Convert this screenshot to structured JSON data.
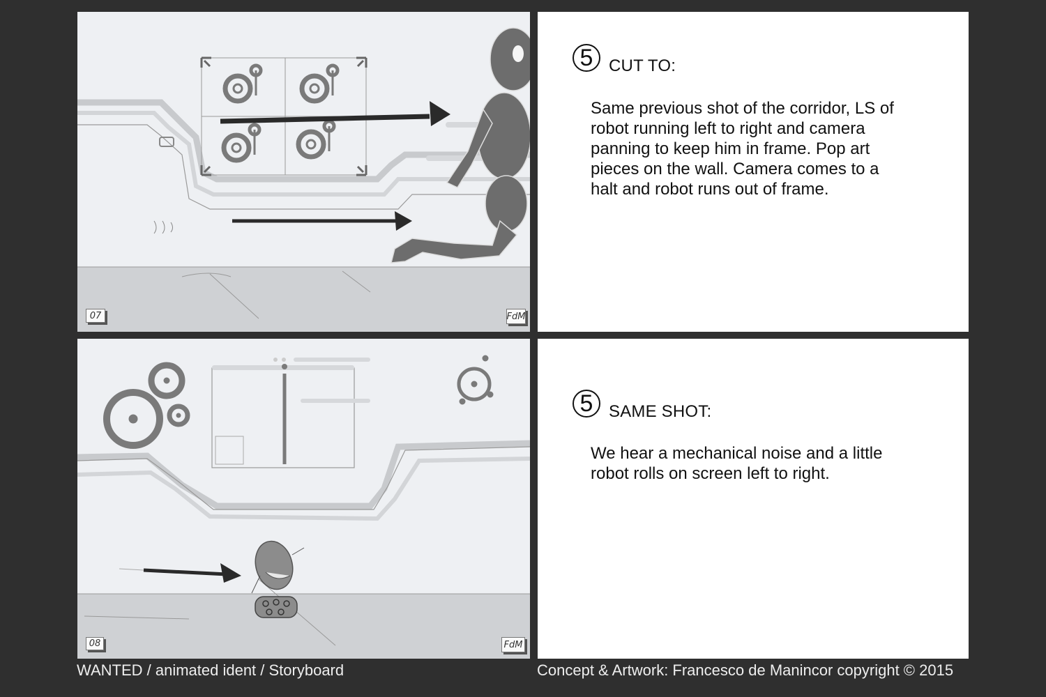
{
  "storyboard": {
    "panels": [
      {
        "frame_number": "07",
        "signature": "FdM",
        "shot_number": "5",
        "shot_title": "CUT TO:",
        "description": "Same previous shot of the corridor, LS of robot running left to right and camera panning to keep him in frame. Pop art pieces on the wall. Camera comes to a halt and robot runs out of frame.",
        "description_lines": [
          "Same previous shot of the corridor, LS of",
          "robot running left to right and camera",
          "panning to keep him in frame. Pop art",
          "pieces on the wall. Camera comes to a",
          "halt and robot runs out of frame."
        ],
        "illustration": "robot-running-corridor-sketch"
      },
      {
        "frame_number": "08",
        "signature": "FdM",
        "shot_number": "5",
        "shot_title": "SAME SHOT:",
        "description": "We hear a mechanical noise and a little robot rolls on screen left to right.",
        "description_lines": [
          "We hear a mechanical noise and a little",
          "robot rolls on screen left to right."
        ],
        "illustration": "little-robot-rolling-sketch"
      }
    ]
  },
  "footer": {
    "left": "WANTED / animated ident / Storyboard",
    "right": "Concept & Artwork: Francesco de Manincor copyright © 2015"
  },
  "colors": {
    "background": "#2f2f2f",
    "paper": "#eef0f3",
    "floor": "#cfd1d4",
    "sketch_dark": "#6d6d6d",
    "text": "#111111"
  }
}
